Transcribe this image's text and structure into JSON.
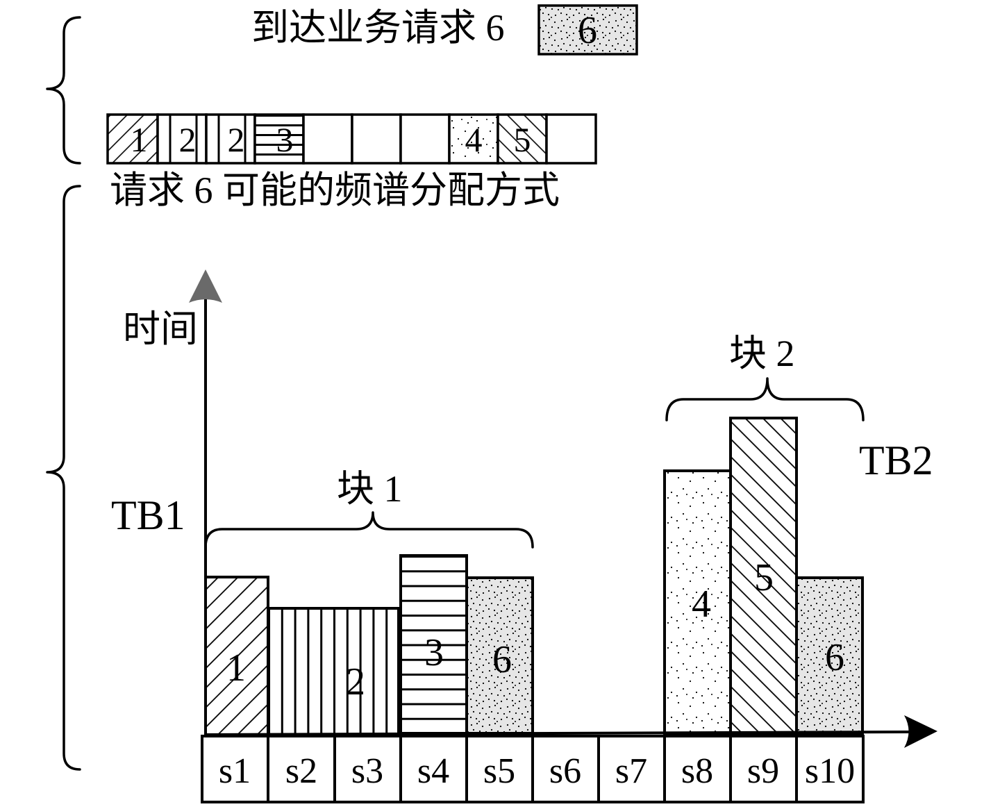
{
  "arrival": {
    "text": "到达业务请求 6",
    "request_label": "6"
  },
  "spectrum_row": {
    "cells": [
      "1",
      "2",
      "2",
      "3",
      "",
      "",
      "",
      "4",
      "5",
      ""
    ]
  },
  "caption": "请求 6 可能的频谱分配方式",
  "axis": {
    "y_label": "时间"
  },
  "blocks": [
    {
      "label": "块 1",
      "tb_label": "TB1"
    },
    {
      "label": "块 2",
      "tb_label": "TB2"
    }
  ],
  "bars": [
    {
      "label": "1"
    },
    {
      "label": "2"
    },
    {
      "label": "3"
    },
    {
      "label": "6"
    },
    {
      "label": "4"
    },
    {
      "label": "5"
    },
    {
      "label": "6"
    }
  ],
  "slots": [
    "s1",
    "s2",
    "s3",
    "s4",
    "s5",
    "s6",
    "s7",
    "s8",
    "s9",
    "s10"
  ],
  "colors": {
    "new_request_fill": "#e6e6e6",
    "y_axis_arrow": "#6a6a6a"
  }
}
